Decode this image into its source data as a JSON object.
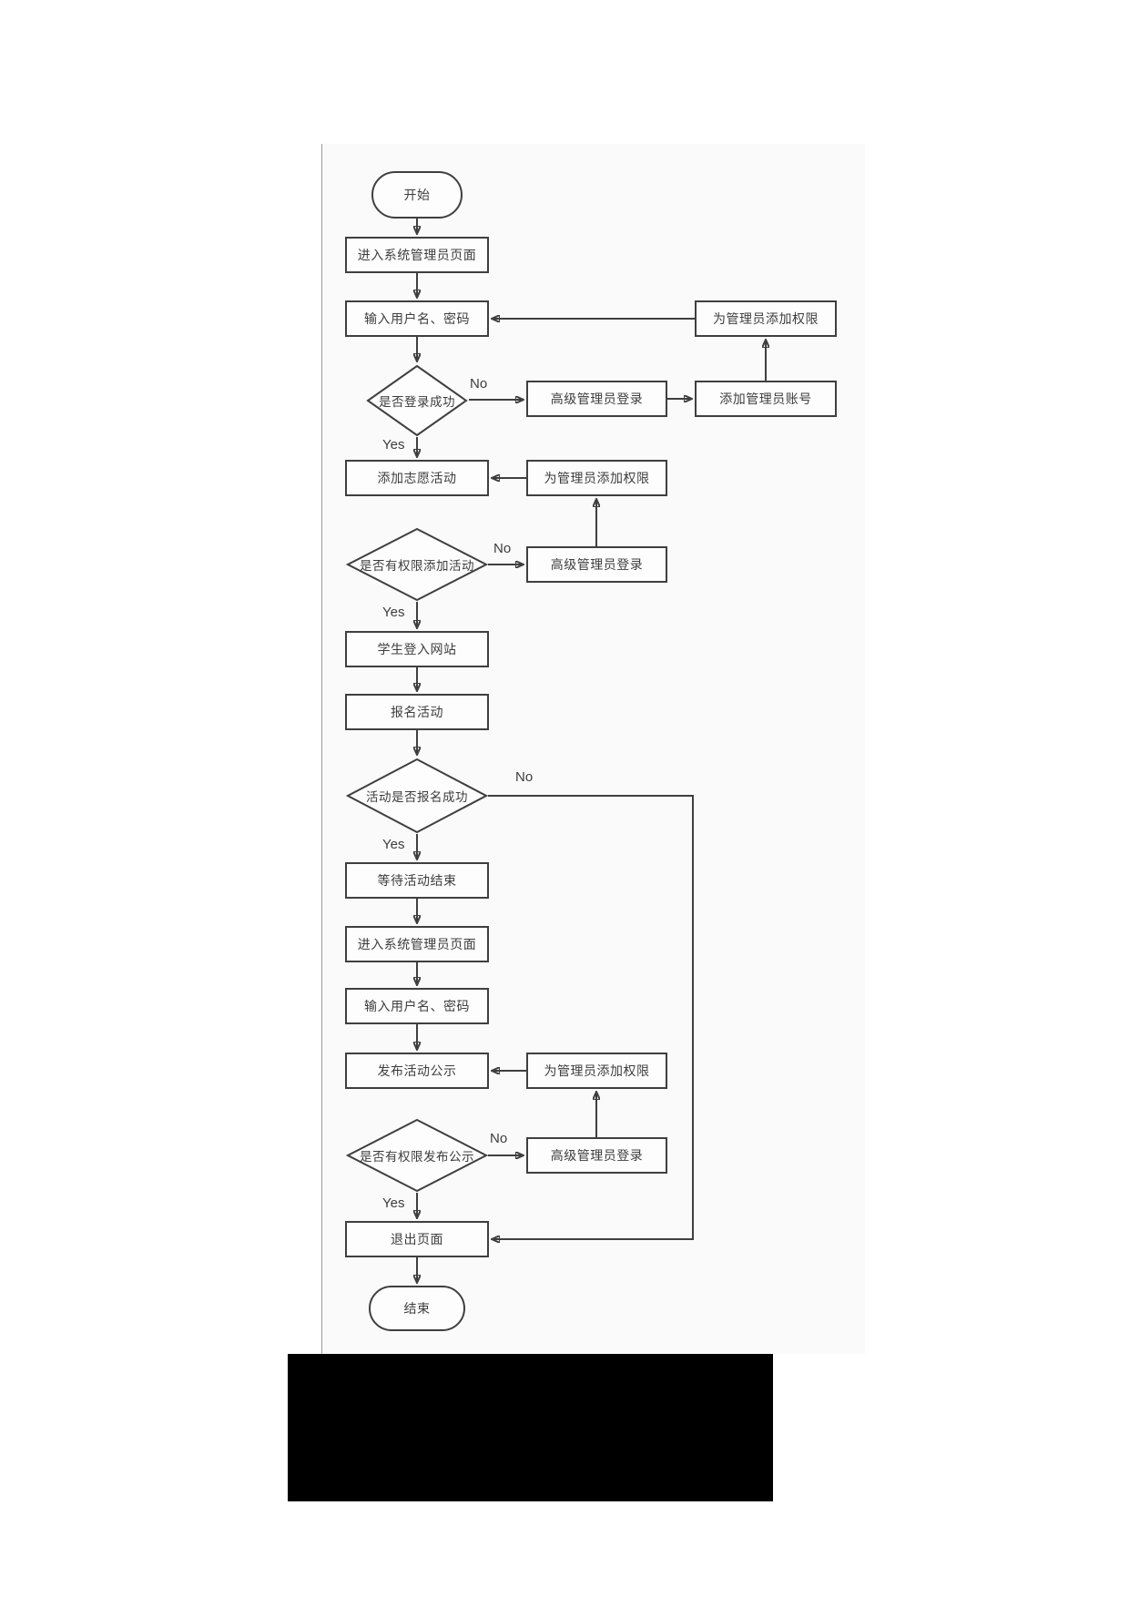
{
  "document": {
    "type": "scanned-flowchart-page",
    "colors": {
      "line": "#3f3f3f",
      "node_fill": "#fdfdfd",
      "panel_bg": "#fafafa",
      "panel_border": "#9a9a9a",
      "redaction": "#000000",
      "page_bg": "#ffffff"
    }
  },
  "flowchart": {
    "nodes": {
      "start": {
        "label": "开始",
        "type": "terminal"
      },
      "enter_admin_page_1": {
        "label": "进入系统管理员页面",
        "type": "process"
      },
      "enter_credentials_1": {
        "label": "输入用户名、密码",
        "type": "process"
      },
      "login_success": {
        "label": "是否登录成功",
        "type": "decision"
      },
      "senior_admin_login_1": {
        "label": "高级管理员登录",
        "type": "process"
      },
      "add_admin_account": {
        "label": "添加管理员账号",
        "type": "process"
      },
      "grant_admin_permission_1": {
        "label": "为管理员添加权限",
        "type": "process"
      },
      "add_volunteer_activity": {
        "label": "添加志愿活动",
        "type": "process"
      },
      "grant_admin_permission_2": {
        "label": "为管理员添加权限",
        "type": "process"
      },
      "has_permission_add_activity": {
        "label": "是否有权限添加活动",
        "type": "decision"
      },
      "senior_admin_login_2": {
        "label": "高级管理员登录",
        "type": "process"
      },
      "student_login_site": {
        "label": "学生登入网站",
        "type": "process"
      },
      "register_activity": {
        "label": "报名活动",
        "type": "process"
      },
      "registration_success": {
        "label": "活动是否报名成功",
        "type": "decision"
      },
      "wait_activity_end": {
        "label": "等待活动结束",
        "type": "process"
      },
      "enter_admin_page_2": {
        "label": "进入系统管理员页面",
        "type": "process"
      },
      "enter_credentials_2": {
        "label": "输入用户名、密码",
        "type": "process"
      },
      "publish_announcement": {
        "label": "发布活动公示",
        "type": "process"
      },
      "grant_admin_permission_3": {
        "label": "为管理员添加权限",
        "type": "process"
      },
      "has_permission_publish": {
        "label": "是否有权限发布公示",
        "type": "decision"
      },
      "senior_admin_login_3": {
        "label": "高级管理员登录",
        "type": "process"
      },
      "exit_page": {
        "label": "退出页面",
        "type": "process"
      },
      "end": {
        "label": "结束",
        "type": "terminal"
      }
    },
    "edge_labels": {
      "no": "No",
      "yes": "Yes"
    }
  }
}
